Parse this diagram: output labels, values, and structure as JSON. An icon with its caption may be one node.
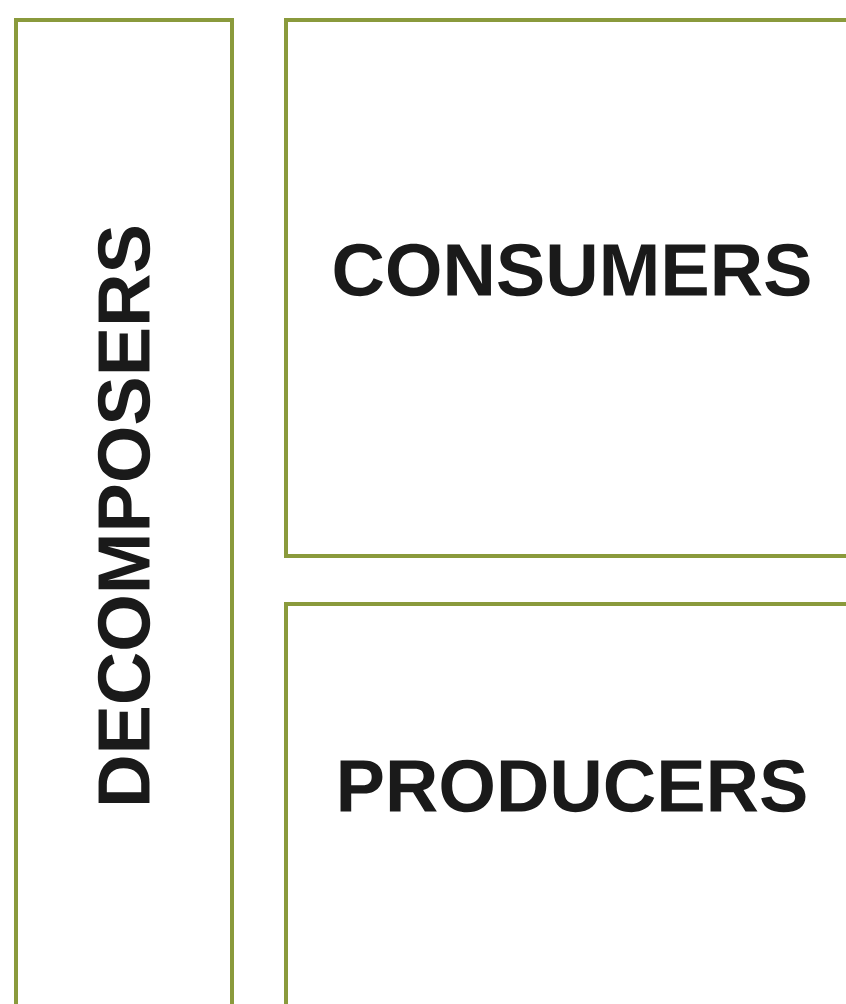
{
  "diagram": {
    "nodes": [
      {
        "text": [
          "DECOMPOSERS"
        ]
      },
      {
        "text": [
          "CONSUMERS"
        ]
      },
      {
        "text": [
          "PRODUCERS"
        ]
      }
    ]
  }
}
